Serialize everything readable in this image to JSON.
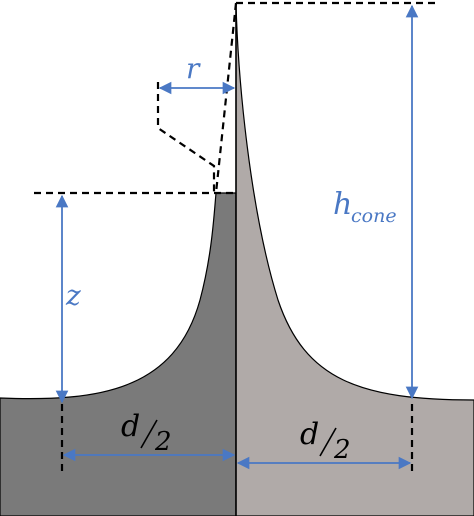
{
  "colors": {
    "left_fill": "#7a7a7a",
    "right_fill": "#b0aaa8",
    "outline": "#000000",
    "dimension": "#4a78c4",
    "label_blue": "#4a78c4",
    "label_black": "#000000"
  },
  "labels": {
    "r": "r",
    "z": "z",
    "h": "h",
    "h_sub": "cone",
    "d_left": "d",
    "d_right": "d",
    "two": "2"
  }
}
